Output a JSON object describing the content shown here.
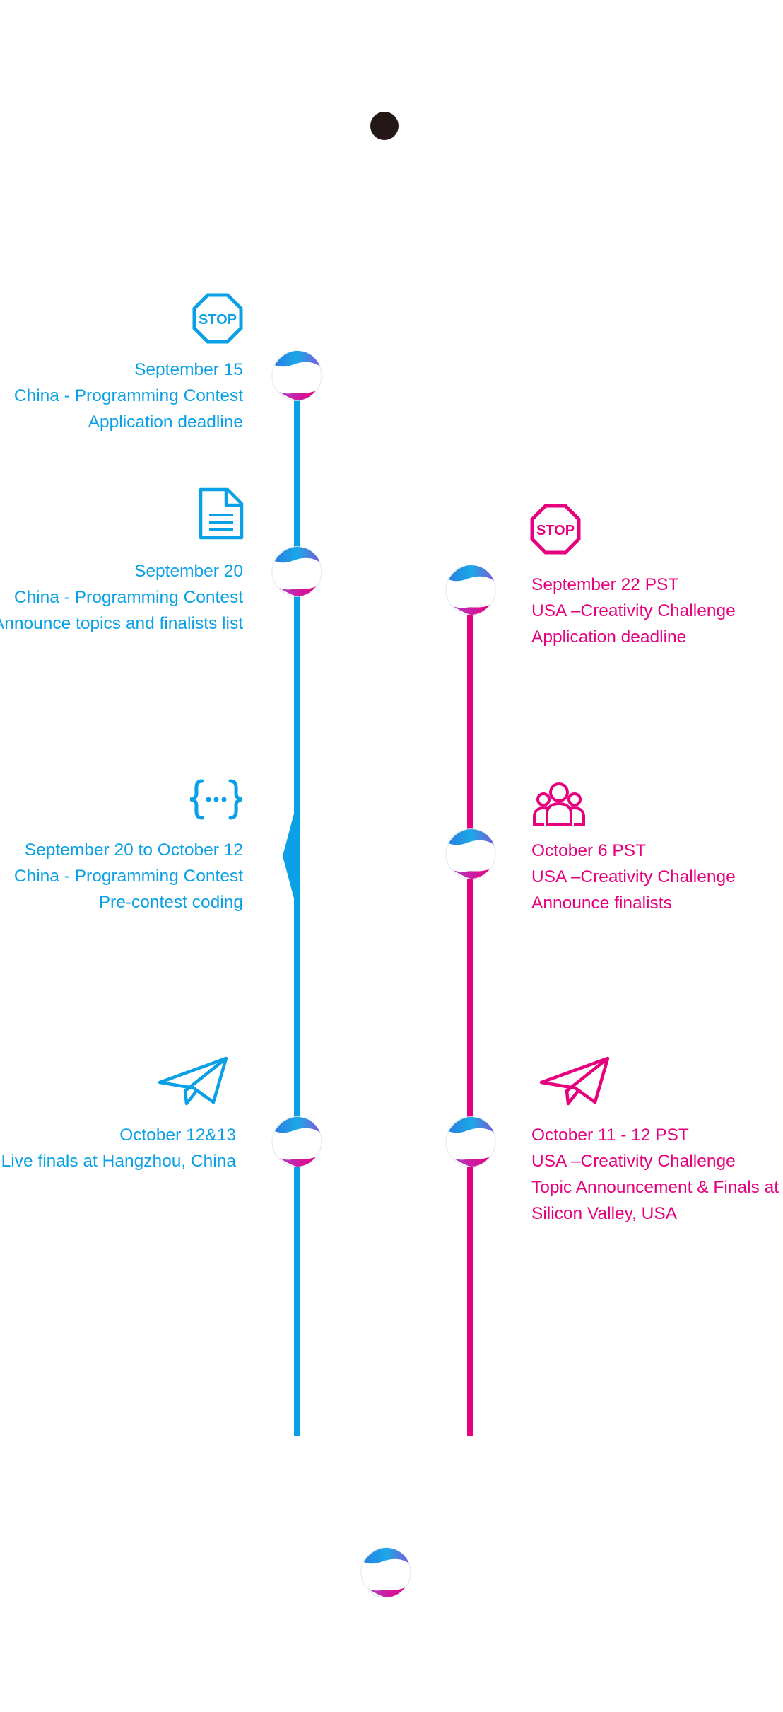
{
  "colors": {
    "china": "#0aa0e6",
    "usa": "#e6007e",
    "dot": "#231815"
  },
  "china_track": [
    {
      "icon": "stop-sign-icon",
      "lines": [
        "September 15",
        "China - Programming Contest",
        "Application deadline"
      ]
    },
    {
      "icon": "document-icon",
      "lines": [
        "September 20",
        "China - Programming Contest",
        "Announce topics and finalists list"
      ]
    },
    {
      "icon": "code-braces-icon",
      "lines": [
        "September 20 to October 12",
        "China - Programming Contest",
        "Pre-contest coding"
      ]
    },
    {
      "icon": "paper-plane-icon",
      "lines": [
        "October 12&13",
        "Live finals at Hangzhou, China"
      ]
    }
  ],
  "usa_track": [
    {
      "icon": "stop-sign-icon",
      "lines": [
        "September 22 PST",
        "USA –Creativity Challenge",
        "Application deadline"
      ]
    },
    {
      "icon": "team-icon",
      "lines": [
        "October 6 PST",
        "USA –Creativity Challenge",
        "Announce finalists"
      ]
    },
    {
      "icon": "paper-plane-icon",
      "lines": [
        "October 11 - 12 PST",
        "USA –Creativity Challenge",
        "Topic Announcement & Finals at",
        "Silicon Valley, USA"
      ]
    }
  ]
}
